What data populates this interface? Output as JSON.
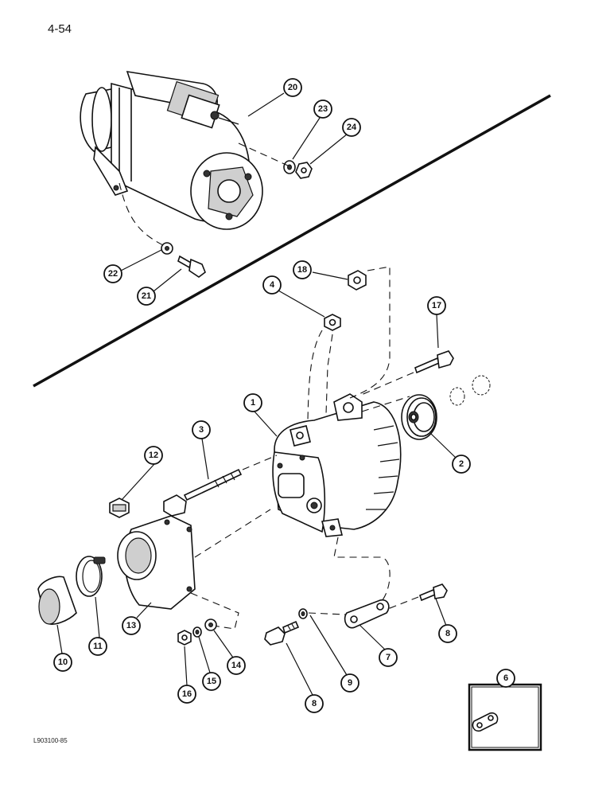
{
  "page_number": "4-54",
  "figure_code": "L903100-85",
  "callouts": [
    "1",
    "2",
    "3",
    "4",
    "6",
    "7",
    "8",
    "8",
    "9",
    "10",
    "11",
    "12",
    "13",
    "14",
    "15",
    "16",
    "17",
    "18",
    "20",
    "21",
    "22",
    "23",
    "24"
  ]
}
